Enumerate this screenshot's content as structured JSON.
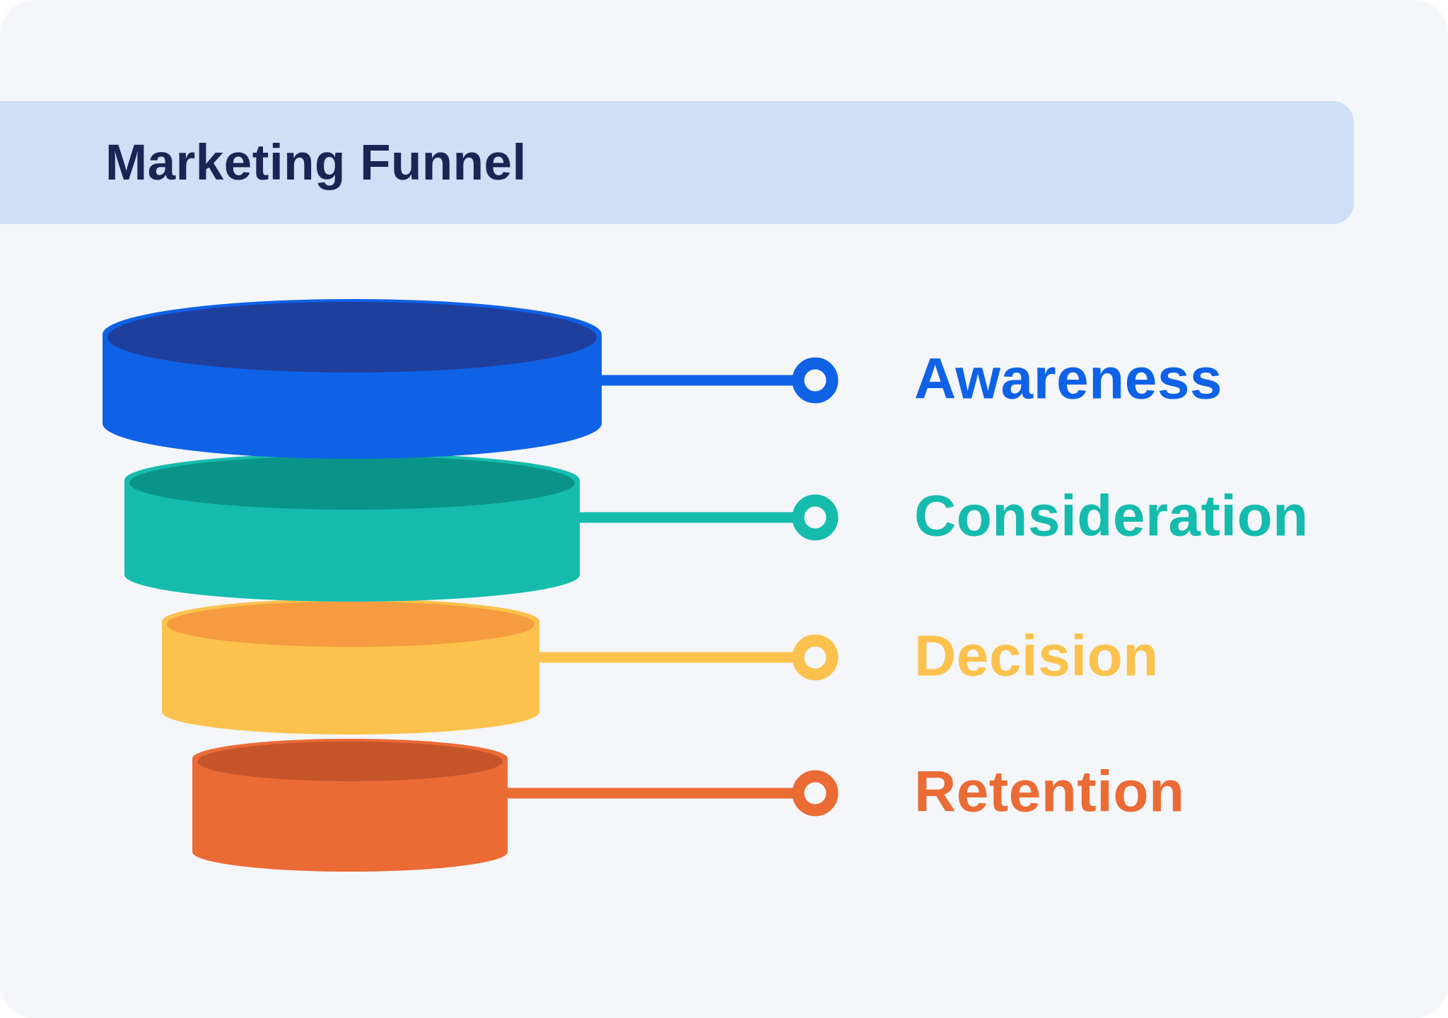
{
  "header": {
    "title": "Marketing Funnel",
    "background_color": "#cedff6",
    "text_color": "#1b2452"
  },
  "card": {
    "background_color": "#f4f6fa"
  },
  "funnel": {
    "type": "marketing-funnel",
    "stage_count": 4
  },
  "stages": [
    {
      "label": "Awareness",
      "body_color": "#0f62e6",
      "top_color": "#1f3f9d",
      "label_color": "#0f62e6"
    },
    {
      "label": "Consideration",
      "body_color": "#15bcad",
      "top_color": "#0a9489",
      "label_color": "#15bcad"
    },
    {
      "label": "Decision",
      "body_color": "#fcc24d",
      "top_color": "#f59b40",
      "label_color": "#fcc24d"
    },
    {
      "label": "Retention",
      "body_color": "#eb6b35",
      "top_color": "#c5542b",
      "label_color": "#eb6b35"
    }
  ]
}
